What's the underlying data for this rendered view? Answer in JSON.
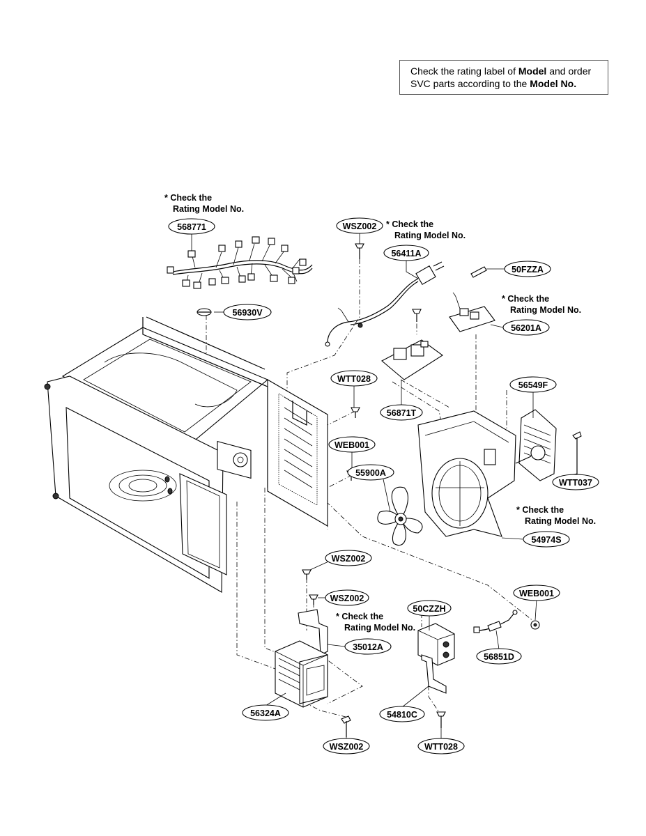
{
  "notice": {
    "part1": "Check the rating label of ",
    "bold1": "Model",
    "part2": " and order",
    "part3": "SVC parts according to the ",
    "bold2": "Model No."
  },
  "notes": {
    "line1": "* Check the",
    "line2": "Rating Model No."
  },
  "part_labels": [
    "568771",
    "56930V",
    "WSZ002",
    "56411A",
    "50FZZA",
    "56201A",
    "WTT028",
    "56871T",
    "56549F",
    "WEB001",
    "55900A",
    "WTT037",
    "54974S",
    "WSZ002",
    "WSZ002",
    "50CZZH",
    "35012A",
    "WEB001",
    "56851D",
    "56324A",
    "54810C",
    "WSZ002",
    "WTT028"
  ]
}
